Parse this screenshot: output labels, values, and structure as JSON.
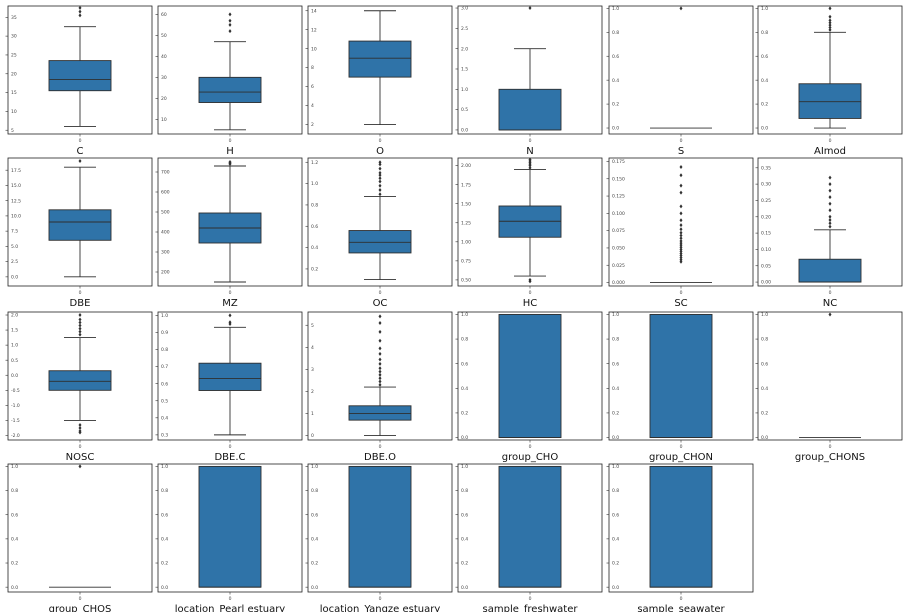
{
  "chart_data": [
    {
      "type": "box",
      "xlabel": "C",
      "xtick": "0",
      "ylim": [
        4,
        38
      ],
      "yticks": [
        {
          "v": 5,
          "t": "5"
        },
        {
          "v": 10,
          "t": "10"
        },
        {
          "v": 15,
          "t": "15"
        },
        {
          "v": 20,
          "t": "20"
        },
        {
          "v": 25,
          "t": "25"
        },
        {
          "v": 30,
          "t": "30"
        },
        {
          "v": 35,
          "t": "35"
        }
      ],
      "whislo": 6,
      "q1": 15.5,
      "median": 18.5,
      "q3": 23.5,
      "whishi": 32.5,
      "fliers": [
        35.5,
        36.5,
        37.5
      ]
    },
    {
      "type": "box",
      "xlabel": "H",
      "xtick": "0",
      "ylim": [
        3,
        64
      ],
      "yticks": [
        {
          "v": 10,
          "t": "10"
        },
        {
          "v": 20,
          "t": "20"
        },
        {
          "v": 30,
          "t": "30"
        },
        {
          "v": 40,
          "t": "40"
        },
        {
          "v": 50,
          "t": "50"
        },
        {
          "v": 60,
          "t": "60"
        }
      ],
      "whislo": 5,
      "q1": 18,
      "median": 23,
      "q3": 30,
      "whishi": 47,
      "fliers": [
        52,
        55,
        57,
        60
      ]
    },
    {
      "type": "box",
      "xlabel": "O",
      "xtick": "0",
      "ylim": [
        1,
        14.5
      ],
      "yticks": [
        {
          "v": 2,
          "t": "2"
        },
        {
          "v": 4,
          "t": "4"
        },
        {
          "v": 6,
          "t": "6"
        },
        {
          "v": 8,
          "t": "8"
        },
        {
          "v": 10,
          "t": "10"
        },
        {
          "v": 12,
          "t": "12"
        },
        {
          "v": 14,
          "t": "14"
        }
      ],
      "whislo": 2,
      "q1": 7,
      "median": 9,
      "q3": 10.8,
      "whishi": 14,
      "fliers": []
    },
    {
      "type": "box",
      "xlabel": "N",
      "xtick": "0",
      "ylim": [
        -0.1,
        3.05
      ],
      "yticks": [
        {
          "v": 0,
          "t": "0.0"
        },
        {
          "v": 0.5,
          "t": "0.5"
        },
        {
          "v": 1,
          "t": "1.0"
        },
        {
          "v": 1.5,
          "t": "1.5"
        },
        {
          "v": 2,
          "t": "2.0"
        },
        {
          "v": 2.5,
          "t": "2.5"
        },
        {
          "v": 3,
          "t": "3.0"
        }
      ],
      "whislo": 0,
      "q1": 0,
      "median": 0,
      "q3": 1,
      "whishi": 2,
      "fliers": [
        3
      ]
    },
    {
      "type": "box",
      "xlabel": "S",
      "xtick": "0",
      "ylim": [
        -0.05,
        1.02
      ],
      "yticks": [
        {
          "v": 0,
          "t": "0.0"
        },
        {
          "v": 0.2,
          "t": "0.2"
        },
        {
          "v": 0.4,
          "t": "0.4"
        },
        {
          "v": 0.6,
          "t": "0.6"
        },
        {
          "v": 0.8,
          "t": "0.8"
        },
        {
          "v": 1,
          "t": "1.0"
        }
      ],
      "whislo": 0,
      "q1": 0,
      "median": 0,
      "q3": 0,
      "whishi": 0,
      "fliers": [
        1
      ]
    },
    {
      "type": "box",
      "xlabel": "AImod",
      "xtick": "0",
      "ylim": [
        -0.05,
        1.02
      ],
      "yticks": [
        {
          "v": 0,
          "t": "0.0"
        },
        {
          "v": 0.2,
          "t": "0.2"
        },
        {
          "v": 0.4,
          "t": "0.4"
        },
        {
          "v": 0.6,
          "t": "0.6"
        },
        {
          "v": 0.8,
          "t": "0.8"
        },
        {
          "v": 1,
          "t": "1.0"
        }
      ],
      "whislo": 0,
      "q1": 0.08,
      "median": 0.22,
      "q3": 0.37,
      "whishi": 0.8,
      "fliers": [
        0.82,
        0.84,
        0.86,
        0.88,
        0.9,
        0.93,
        1.0
      ]
    },
    {
      "type": "box",
      "xlabel": "DBE",
      "xtick": "0",
      "ylim": [
        -1.5,
        19.5
      ],
      "yticks": [
        {
          "v": 0,
          "t": "0.0"
        },
        {
          "v": 2.5,
          "t": "2.5"
        },
        {
          "v": 5,
          "t": "5.0"
        },
        {
          "v": 7.5,
          "t": "7.5"
        },
        {
          "v": 10,
          "t": "10.0"
        },
        {
          "v": 12.5,
          "t": "12.5"
        },
        {
          "v": 15,
          "t": "15.0"
        },
        {
          "v": 17.5,
          "t": "17.5"
        }
      ],
      "whislo": 0,
      "q1": 6,
      "median": 9,
      "q3": 11,
      "whishi": 18,
      "fliers": [
        19
      ]
    },
    {
      "type": "box",
      "xlabel": "MZ",
      "xtick": "0",
      "ylim": [
        130,
        770
      ],
      "yticks": [
        {
          "v": 200,
          "t": "200"
        },
        {
          "v": 300,
          "t": "300"
        },
        {
          "v": 400,
          "t": "400"
        },
        {
          "v": 500,
          "t": "500"
        },
        {
          "v": 600,
          "t": "600"
        },
        {
          "v": 700,
          "t": "700"
        }
      ],
      "whislo": 150,
      "q1": 345,
      "median": 420,
      "q3": 495,
      "whishi": 730,
      "fliers": [
        740,
        745,
        750
      ]
    },
    {
      "type": "box",
      "xlabel": "OC",
      "xtick": "0",
      "ylim": [
        0.04,
        1.24
      ],
      "yticks": [
        {
          "v": 0.2,
          "t": "0.2"
        },
        {
          "v": 0.4,
          "t": "0.4"
        },
        {
          "v": 0.6,
          "t": "0.6"
        },
        {
          "v": 0.8,
          "t": "0.8"
        },
        {
          "v": 1.0,
          "t": "1.0"
        },
        {
          "v": 1.2,
          "t": "1.2"
        }
      ],
      "whislo": 0.1,
      "q1": 0.35,
      "median": 0.45,
      "q3": 0.56,
      "whishi": 0.88,
      "fliers": [
        0.9,
        0.94,
        0.98,
        1.02,
        1.05,
        1.08,
        1.1,
        1.14,
        1.18,
        1.2
      ]
    },
    {
      "type": "box",
      "xlabel": "HC",
      "xtick": "0",
      "ylim": [
        0.42,
        2.1
      ],
      "yticks": [
        {
          "v": 0.5,
          "t": "0.50"
        },
        {
          "v": 0.75,
          "t": "0.75"
        },
        {
          "v": 1.0,
          "t": "1.00"
        },
        {
          "v": 1.25,
          "t": "1.25"
        },
        {
          "v": 1.5,
          "t": "1.50"
        },
        {
          "v": 1.75,
          "t": "1.75"
        },
        {
          "v": 2.0,
          "t": "2.00"
        }
      ],
      "whislo": 0.55,
      "q1": 1.06,
      "median": 1.27,
      "q3": 1.47,
      "whishi": 1.95,
      "fliers": [
        0.48,
        0.5,
        1.97,
        2.0,
        2.02,
        2.04,
        2.06,
        2.08
      ]
    },
    {
      "type": "box",
      "xlabel": "SC",
      "xtick": "0",
      "ylim": [
        -0.005,
        0.18
      ],
      "yticks": [
        {
          "v": 0,
          "t": "0.000"
        },
        {
          "v": 0.025,
          "t": "0.025"
        },
        {
          "v": 0.05,
          "t": "0.050"
        },
        {
          "v": 0.075,
          "t": "0.075"
        },
        {
          "v": 0.1,
          "t": "0.100"
        },
        {
          "v": 0.125,
          "t": "0.125"
        },
        {
          "v": 0.15,
          "t": "0.150"
        },
        {
          "v": 0.175,
          "t": "0.175"
        }
      ],
      "whislo": 0,
      "q1": 0,
      "median": 0,
      "q3": 0,
      "whishi": 0,
      "fliers": [
        0.03,
        0.033,
        0.036,
        0.039,
        0.042,
        0.045,
        0.048,
        0.051,
        0.054,
        0.057,
        0.06,
        0.064,
        0.068,
        0.072,
        0.077,
        0.083,
        0.09,
        0.1,
        0.11,
        0.13,
        0.14,
        0.155,
        0.167
      ]
    },
    {
      "type": "box",
      "xlabel": "NC",
      "xtick": "0",
      "ylim": [
        -0.012,
        0.38
      ],
      "yticks": [
        {
          "v": 0,
          "t": "0.00"
        },
        {
          "v": 0.05,
          "t": "0.05"
        },
        {
          "v": 0.1,
          "t": "0.10"
        },
        {
          "v": 0.15,
          "t": "0.15"
        },
        {
          "v": 0.2,
          "t": "0.20"
        },
        {
          "v": 0.25,
          "t": "0.25"
        },
        {
          "v": 0.3,
          "t": "0.30"
        },
        {
          "v": 0.35,
          "t": "0.35"
        }
      ],
      "whislo": 0,
      "q1": 0,
      "median": 0,
      "q3": 0.07,
      "whishi": 0.16,
      "fliers": [
        0.17,
        0.18,
        0.19,
        0.2,
        0.22,
        0.24,
        0.26,
        0.28,
        0.3,
        0.32
      ]
    },
    {
      "type": "box",
      "xlabel": "NOSC",
      "xtick": "0",
      "ylim": [
        -2.15,
        2.1
      ],
      "yticks": [
        {
          "v": -2,
          "t": "-2.0"
        },
        {
          "v": -1.5,
          "t": "-1.5"
        },
        {
          "v": -1,
          "t": "-1.0"
        },
        {
          "v": -0.5,
          "t": "-0.5"
        },
        {
          "v": 0,
          "t": "0.0"
        },
        {
          "v": 0.5,
          "t": "0.5"
        },
        {
          "v": 1,
          "t": "1.0"
        },
        {
          "v": 1.5,
          "t": "1.5"
        },
        {
          "v": 2,
          "t": "2.0"
        }
      ],
      "whislo": -1.5,
      "q1": -0.5,
      "median": -0.2,
      "q3": 0.15,
      "whishi": 1.25,
      "fliers": [
        -1.65,
        -1.75,
        -1.85,
        -1.9,
        1.35,
        1.45,
        1.55,
        1.65,
        1.75,
        1.85,
        2.0
      ]
    },
    {
      "type": "box",
      "xlabel": "DBE.C",
      "xtick": "0",
      "ylim": [
        0.27,
        1.02
      ],
      "yticks": [
        {
          "v": 0.3,
          "t": "0.3"
        },
        {
          "v": 0.4,
          "t": "0.4"
        },
        {
          "v": 0.5,
          "t": "0.5"
        },
        {
          "v": 0.6,
          "t": "0.6"
        },
        {
          "v": 0.7,
          "t": "0.7"
        },
        {
          "v": 0.8,
          "t": "0.8"
        },
        {
          "v": 0.9,
          "t": "0.9"
        },
        {
          "v": 1.0,
          "t": "1.0"
        }
      ],
      "whislo": 0.3,
      "q1": 0.56,
      "median": 0.63,
      "q3": 0.72,
      "whishi": 0.93,
      "fliers": [
        0.95,
        0.96,
        1.0
      ]
    },
    {
      "type": "box",
      "xlabel": "DBE.O",
      "xtick": "0",
      "ylim": [
        -0.2,
        5.6
      ],
      "yticks": [
        {
          "v": 0,
          "t": "0"
        },
        {
          "v": 1,
          "t": "1"
        },
        {
          "v": 2,
          "t": "2"
        },
        {
          "v": 3,
          "t": "3"
        },
        {
          "v": 4,
          "t": "4"
        },
        {
          "v": 5,
          "t": "5"
        }
      ],
      "whislo": 0,
      "q1": 0.7,
      "median": 1.0,
      "q3": 1.35,
      "whishi": 2.2,
      "fliers": [
        2.3,
        2.45,
        2.6,
        2.75,
        2.9,
        3.05,
        3.25,
        3.45,
        3.7,
        3.95,
        4.3,
        4.7,
        5.1,
        5.4
      ]
    },
    {
      "type": "box",
      "xlabel": "group_CHO",
      "xtick": "0",
      "ylim": [
        -0.02,
        1.02
      ],
      "yticks": [
        {
          "v": 0,
          "t": "0.0"
        },
        {
          "v": 0.2,
          "t": "0.2"
        },
        {
          "v": 0.4,
          "t": "0.4"
        },
        {
          "v": 0.6,
          "t": "0.6"
        },
        {
          "v": 0.8,
          "t": "0.8"
        },
        {
          "v": 1.0,
          "t": "1.0"
        }
      ],
      "whislo": 0,
      "q1": 0,
      "median": 0,
      "q3": 1,
      "whishi": 1,
      "fliers": []
    },
    {
      "type": "box",
      "xlabel": "group_CHON",
      "xtick": "0",
      "ylim": [
        -0.02,
        1.02
      ],
      "yticks": [
        {
          "v": 0,
          "t": "0.0"
        },
        {
          "v": 0.2,
          "t": "0.2"
        },
        {
          "v": 0.4,
          "t": "0.4"
        },
        {
          "v": 0.6,
          "t": "0.6"
        },
        {
          "v": 0.8,
          "t": "0.8"
        },
        {
          "v": 1.0,
          "t": "1.0"
        }
      ],
      "whislo": 0,
      "q1": 0,
      "median": 0,
      "q3": 1,
      "whishi": 1,
      "fliers": []
    },
    {
      "type": "box",
      "xlabel": "group_CHONS",
      "xtick": "0",
      "ylim": [
        -0.02,
        1.02
      ],
      "yticks": [
        {
          "v": 0,
          "t": "0.0"
        },
        {
          "v": 0.2,
          "t": "0.2"
        },
        {
          "v": 0.4,
          "t": "0.4"
        },
        {
          "v": 0.6,
          "t": "0.6"
        },
        {
          "v": 0.8,
          "t": "0.8"
        },
        {
          "v": 1.0,
          "t": "1.0"
        }
      ],
      "whislo": 0,
      "q1": 0,
      "median": 0,
      "q3": 0,
      "whishi": 0,
      "fliers": [
        1
      ]
    },
    {
      "type": "box",
      "xlabel": "group_CHOS",
      "xtick": "0",
      "ylim": [
        -0.04,
        1.02
      ],
      "yticks": [
        {
          "v": 0,
          "t": "0.0"
        },
        {
          "v": 0.2,
          "t": "0.2"
        },
        {
          "v": 0.4,
          "t": "0.4"
        },
        {
          "v": 0.6,
          "t": "0.6"
        },
        {
          "v": 0.8,
          "t": "0.8"
        },
        {
          "v": 1.0,
          "t": "1.0"
        }
      ],
      "whislo": 0,
      "q1": 0,
      "median": 0,
      "q3": 0,
      "whishi": 0,
      "fliers": [
        1
      ]
    },
    {
      "type": "box",
      "xlabel": "location_Pearl estuary",
      "xtick": "0",
      "ylim": [
        -0.04,
        1.02
      ],
      "yticks": [
        {
          "v": 0,
          "t": "0.0"
        },
        {
          "v": 0.2,
          "t": "0.2"
        },
        {
          "v": 0.4,
          "t": "0.4"
        },
        {
          "v": 0.6,
          "t": "0.6"
        },
        {
          "v": 0.8,
          "t": "0.8"
        },
        {
          "v": 1.0,
          "t": "1.0"
        }
      ],
      "whislo": 0,
      "q1": 0,
      "median": 0,
      "q3": 1,
      "whishi": 1,
      "fliers": []
    },
    {
      "type": "box",
      "xlabel": "location_Yangze estuary",
      "xtick": "0",
      "ylim": [
        -0.04,
        1.02
      ],
      "yticks": [
        {
          "v": 0,
          "t": "0.0"
        },
        {
          "v": 0.2,
          "t": "0.2"
        },
        {
          "v": 0.4,
          "t": "0.4"
        },
        {
          "v": 0.6,
          "t": "0.6"
        },
        {
          "v": 0.8,
          "t": "0.8"
        },
        {
          "v": 1.0,
          "t": "1.0"
        }
      ],
      "whislo": 0,
      "q1": 0,
      "median": 0,
      "q3": 1,
      "whishi": 1,
      "fliers": []
    },
    {
      "type": "box",
      "xlabel": "sample_freshwater",
      "xtick": "0",
      "ylim": [
        -0.04,
        1.02
      ],
      "yticks": [
        {
          "v": 0,
          "t": "0.0"
        },
        {
          "v": 0.2,
          "t": "0.2"
        },
        {
          "v": 0.4,
          "t": "0.4"
        },
        {
          "v": 0.6,
          "t": "0.6"
        },
        {
          "v": 0.8,
          "t": "0.8"
        },
        {
          "v": 1.0,
          "t": "1.0"
        }
      ],
      "whislo": 0,
      "q1": 0,
      "median": 0,
      "q3": 1,
      "whishi": 1,
      "fliers": []
    },
    {
      "type": "box",
      "xlabel": "sample_seawater",
      "xtick": "0",
      "ylim": [
        -0.04,
        1.02
      ],
      "yticks": [
        {
          "v": 0,
          "t": "0.0"
        },
        {
          "v": 0.2,
          "t": "0.2"
        },
        {
          "v": 0.4,
          "t": "0.4"
        },
        {
          "v": 0.6,
          "t": "0.6"
        },
        {
          "v": 0.8,
          "t": "0.8"
        },
        {
          "v": 1.0,
          "t": "1.0"
        }
      ],
      "whislo": 0,
      "q1": 0,
      "median": 0,
      "q3": 1,
      "whishi": 1,
      "fliers": []
    }
  ]
}
